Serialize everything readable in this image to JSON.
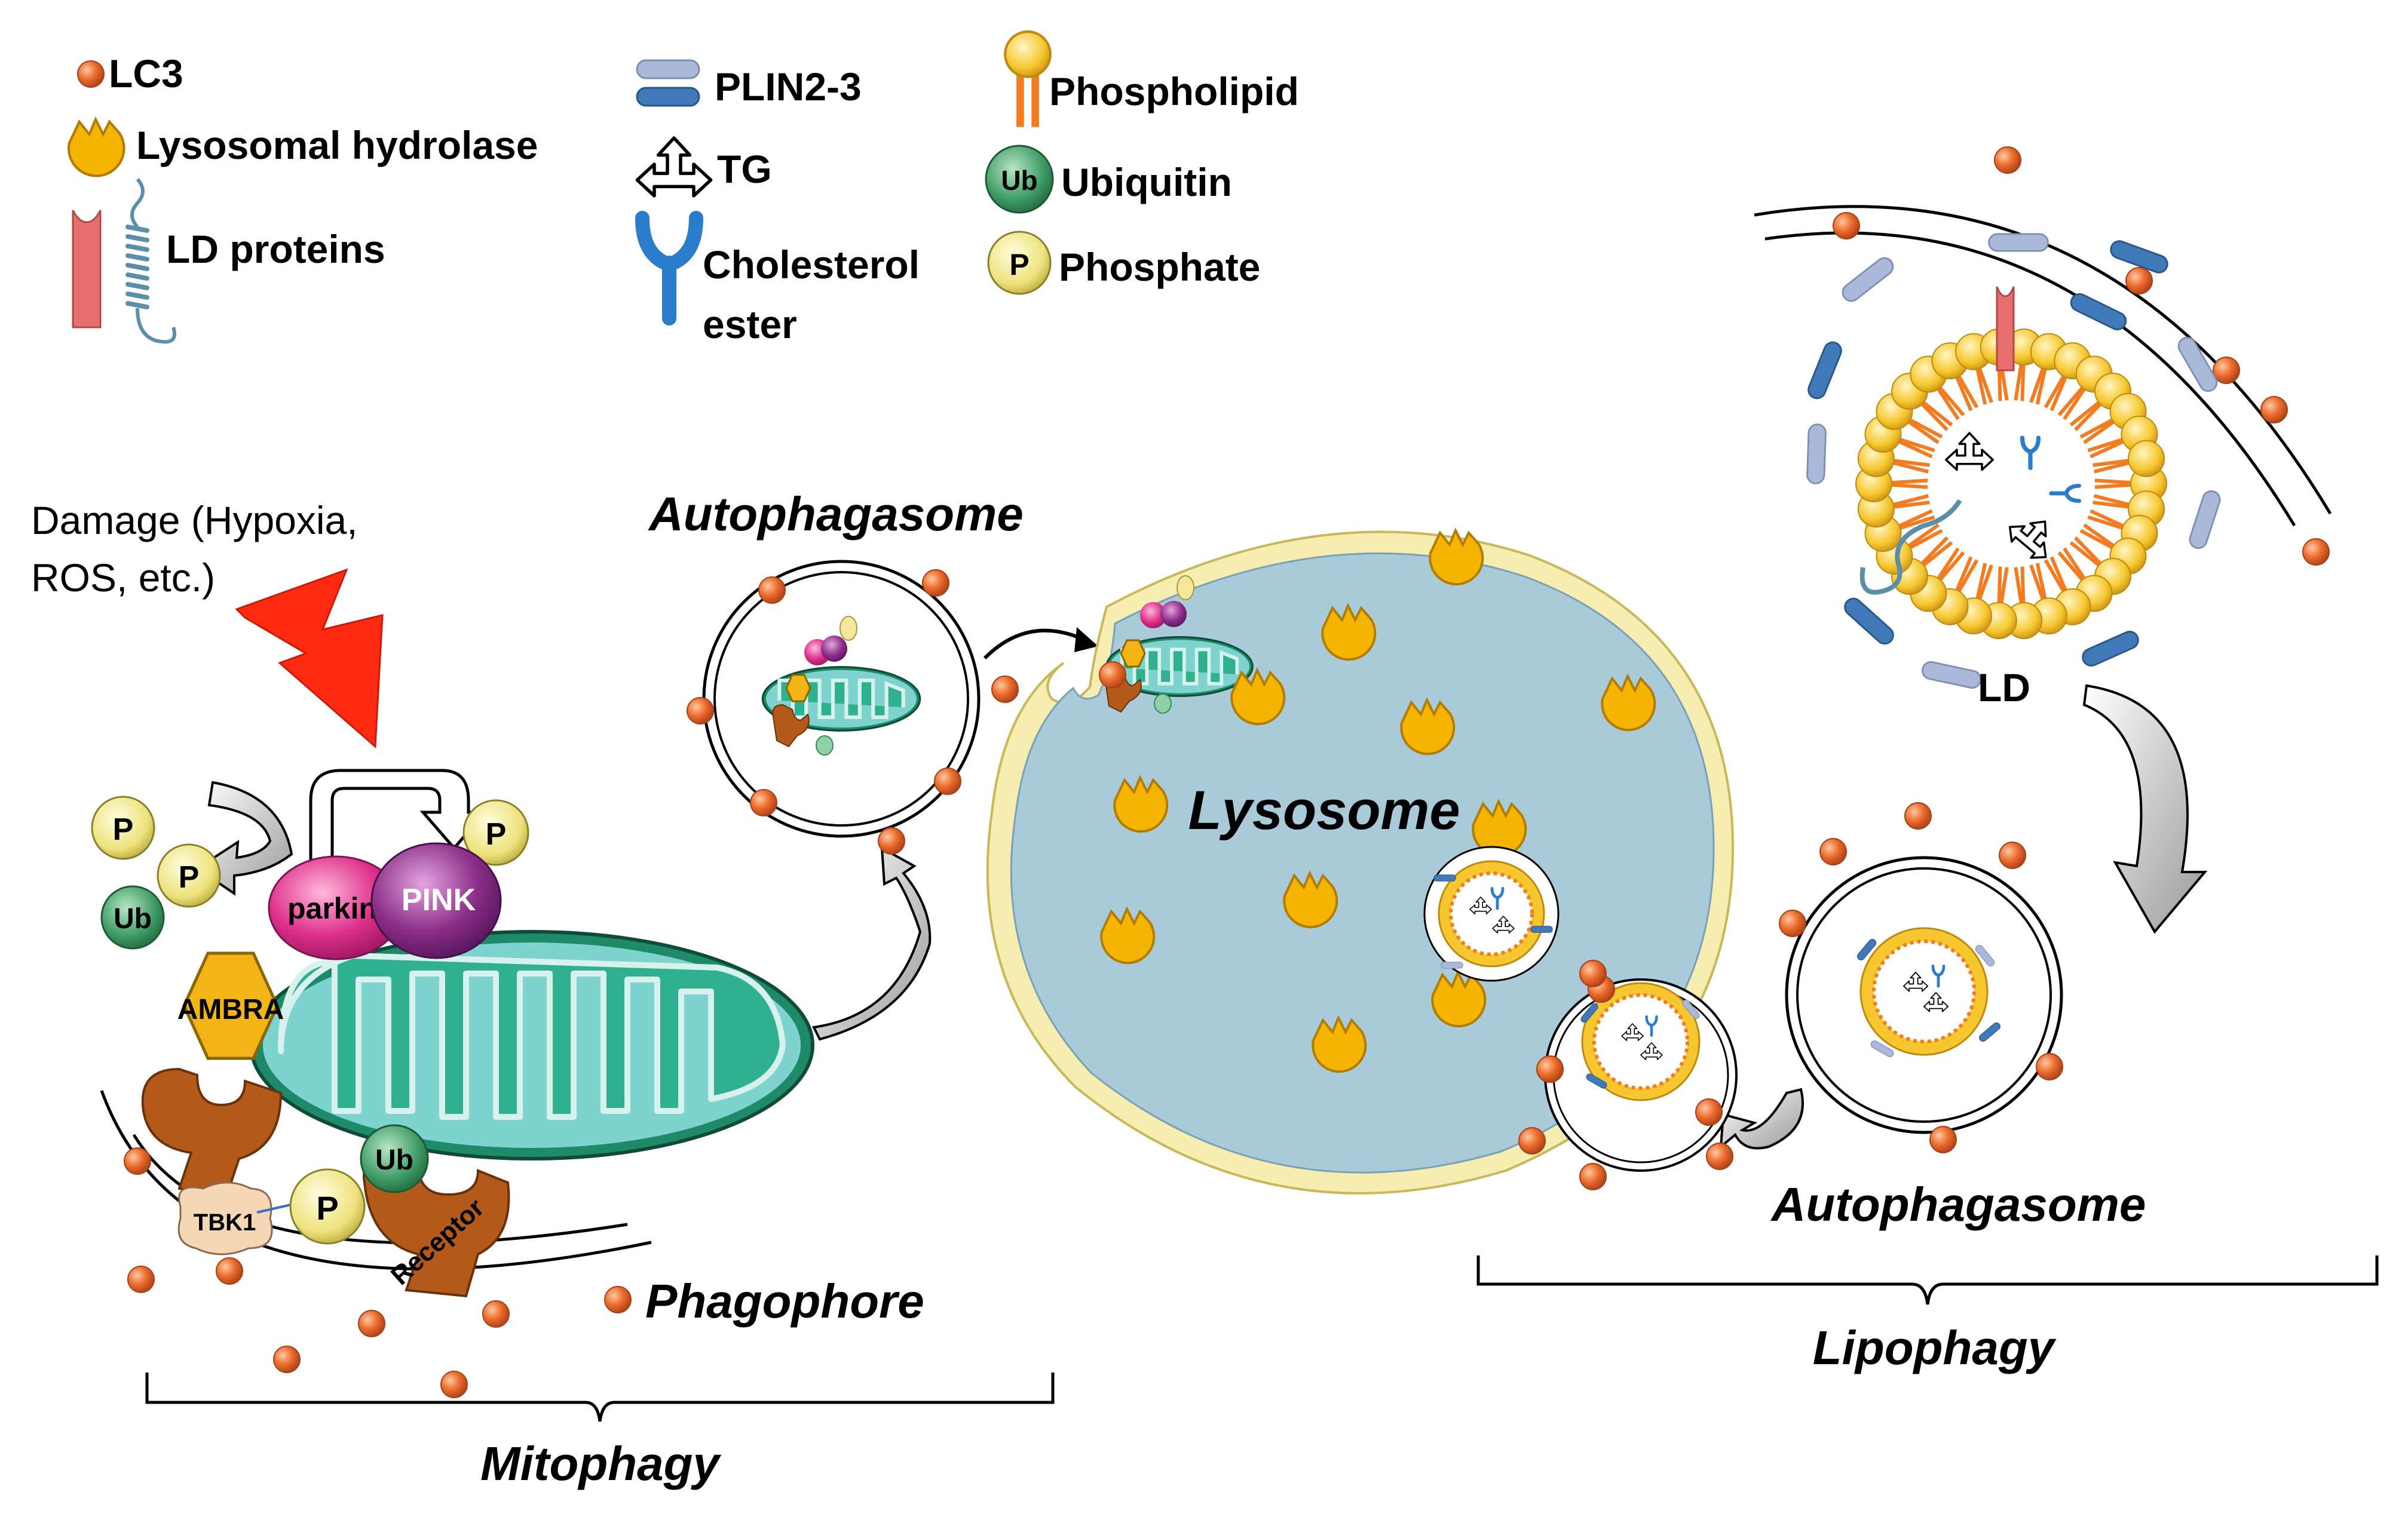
{
  "legend": {
    "lc3": "LC3",
    "lysosomal_hydrolase": "Lysosomal hydrolase",
    "ld_proteins": "LD proteins",
    "plin": "PLIN2-3",
    "tg": "TG",
    "cholesterol_line1": "Cholesterol",
    "cholesterol_line2": "ester",
    "phospholipid": "Phospholipid",
    "ubiquitin": "Ubiquitin",
    "phosphate": "Phosphate"
  },
  "symbols": {
    "ub": "Ub",
    "p": "P"
  },
  "labels": {
    "damage_line1": "Damage (Hypoxia,",
    "damage_line2": "ROS, etc.)",
    "parkin": "parkin",
    "pink": "PINK",
    "ambra": "AMBRA",
    "tbk1": "TBK1",
    "receptor": "Receptor",
    "phagophore": "Phagophore",
    "mitophagy": "Mitophagy",
    "autophagasome_top": "Autophagasome",
    "lysosome": "Lysosome",
    "ld": "LD",
    "autophagasome_right": "Autophagasome",
    "lipophagy": "Lipophagy"
  },
  "colors": {
    "lc3": "#e8672a",
    "hydrolase": "#f4b400",
    "lysosome_fill": "#a9cad8",
    "lysosome_rim": "#f3e8a0",
    "mito_outer": "#7fd3cf",
    "mito_inner": "#2fb08e",
    "parkin": "#e2358f",
    "pink": "#8a2d86",
    "ambra": "#f2b515",
    "receptor": "#b35a1a",
    "tbk1": "#f6d7b5",
    "ub": "#3c9a63",
    "p": "#f2ea8a",
    "lightning": "#ff2a10",
    "plin_light": "#a9b9d9",
    "plin_dark": "#3f79b8",
    "ld_red": "#e86f6f",
    "cholesterol": "#2a7ccc",
    "phospholipid_tail": "#f47b20",
    "phospholipid_head": "#f6c52a"
  }
}
